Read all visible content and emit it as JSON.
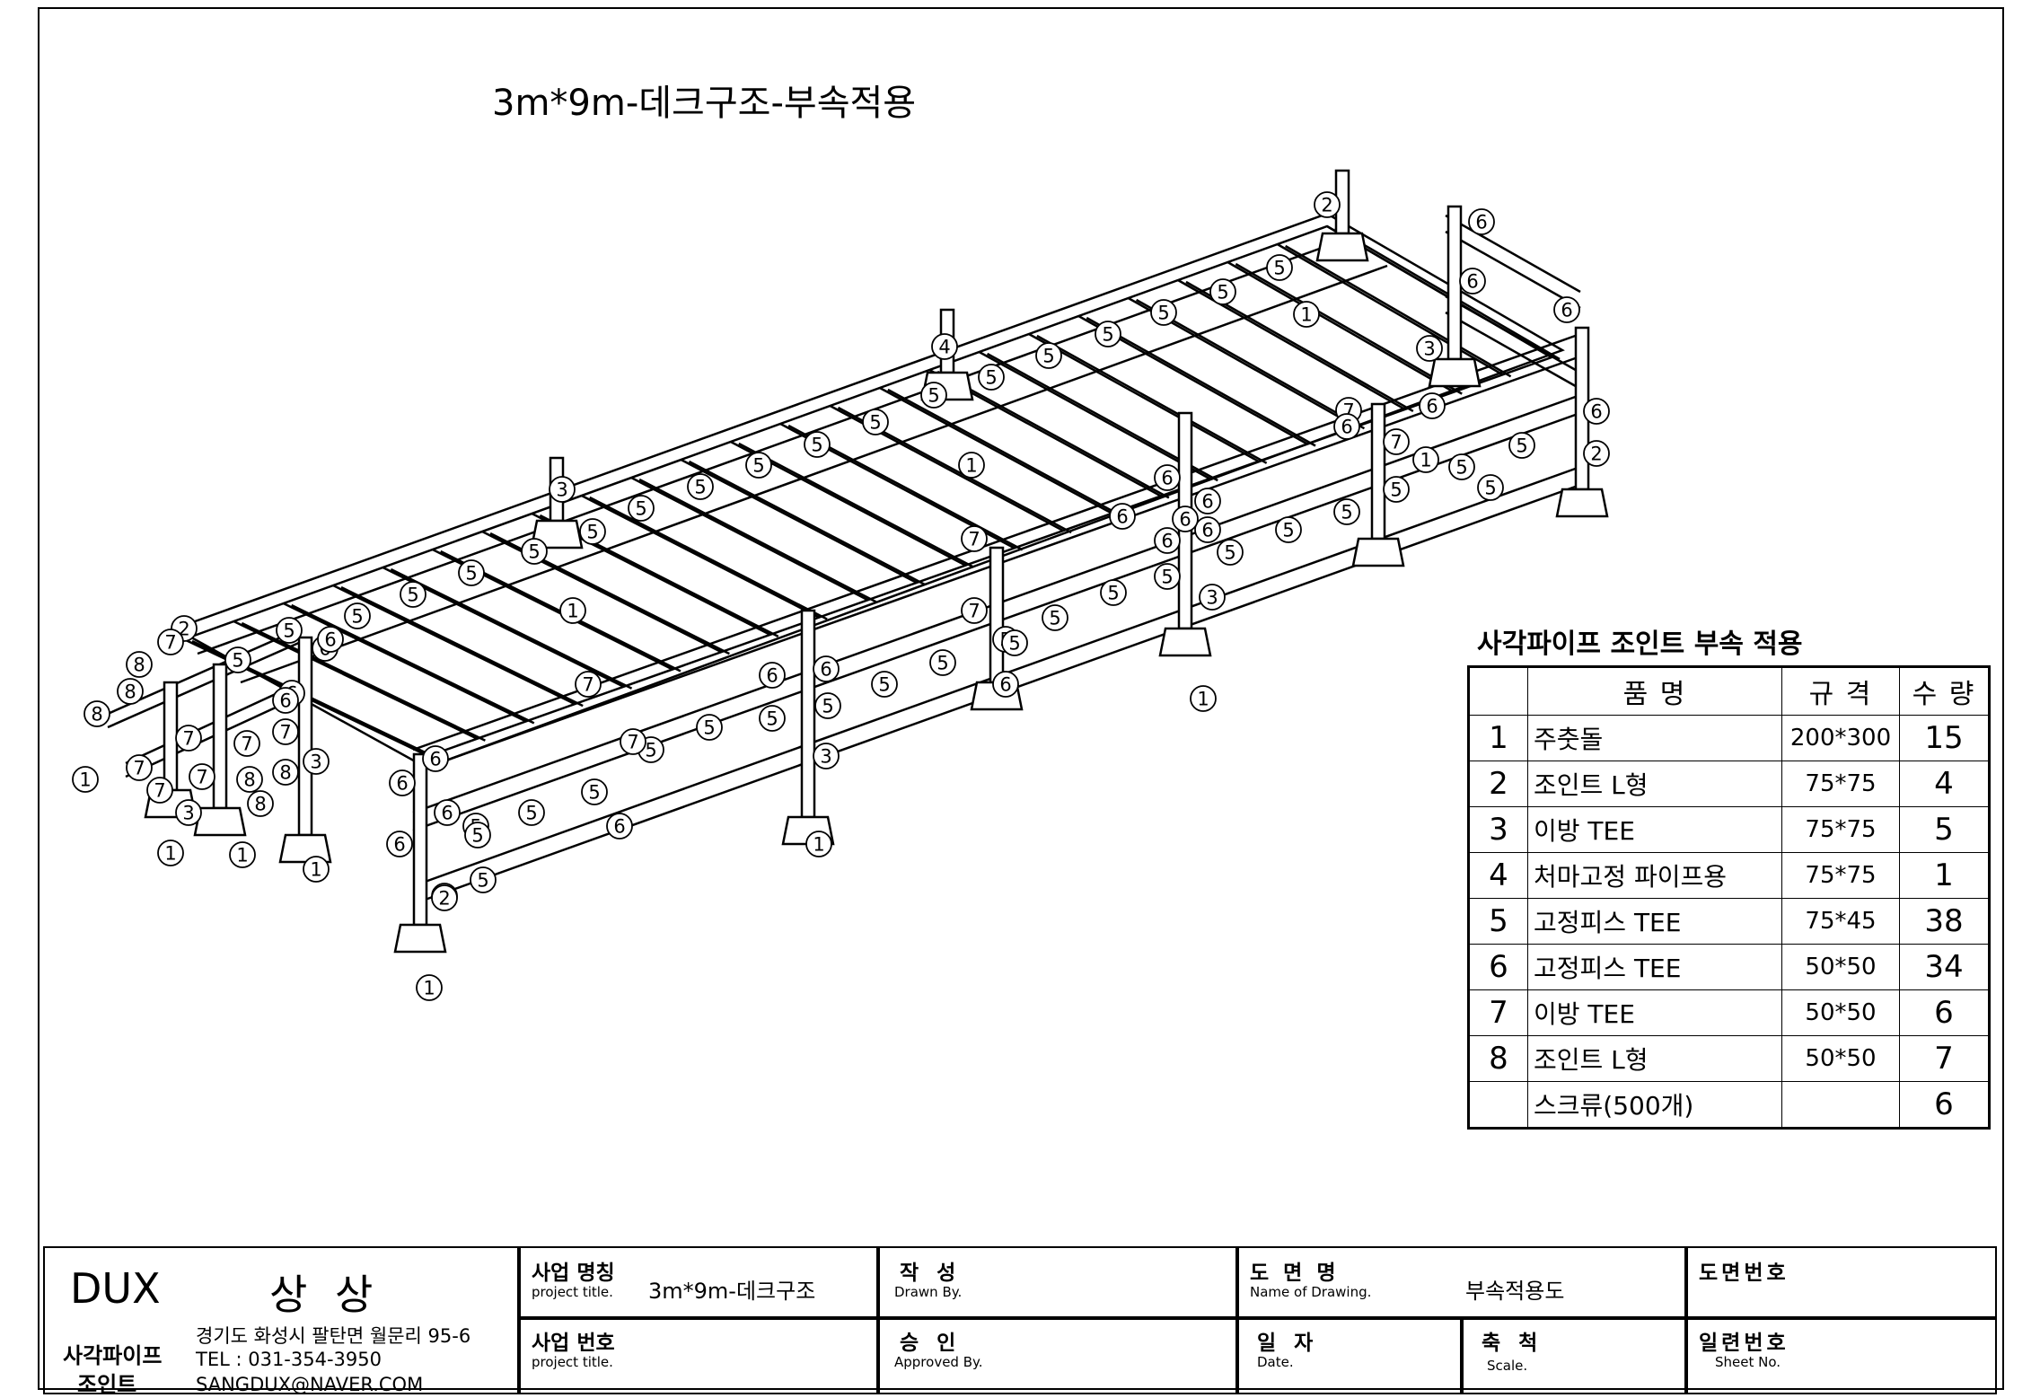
{
  "drawing": {
    "title": "3m*9m-데크구조-부속적용"
  },
  "parts_table": {
    "title": "사각파이프 조인트 부속 적용",
    "headers": {
      "name": "품 명",
      "spec": "규 격",
      "qty": "수 량"
    },
    "rows": [
      {
        "no": "1",
        "name": "주춧돌",
        "spec": "200*300",
        "qty": "15"
      },
      {
        "no": "2",
        "name": "조인트 L형",
        "spec": "75*75",
        "qty": "4"
      },
      {
        "no": "3",
        "name": "이방 TEE",
        "spec": "75*75",
        "qty": "5"
      },
      {
        "no": "4",
        "name": "처마고정 파이프용",
        "spec": "75*75",
        "qty": "1"
      },
      {
        "no": "5",
        "name": "고정피스 TEE",
        "spec": "75*45",
        "qty": "38"
      },
      {
        "no": "6",
        "name": "고정피스 TEE",
        "spec": "50*50",
        "qty": "34"
      },
      {
        "no": "7",
        "name": "이방 TEE",
        "spec": "50*50",
        "qty": "6"
      },
      {
        "no": "8",
        "name": "조인트 L형",
        "spec": "50*50",
        "qty": "7"
      },
      {
        "no": "",
        "name": "스크류(500개)",
        "spec": "",
        "qty": "6"
      }
    ]
  },
  "title_block": {
    "brand": "DUX",
    "company": "상 상",
    "company_sub1": "사각파이프",
    "company_sub2": "조인트",
    "address": "경기도 화성시 팔탄면 월문리 95-6",
    "tel": "TEL : 031-354-3950",
    "email": "SANGDUX@NAVER.COM",
    "project_name_label": "사업 명칭",
    "project_name_label_en": "project title.",
    "project_name_value": "3m*9m-데크구조",
    "project_no_label": "사업 번호",
    "project_no_label_en": "project title.",
    "drawn_label": "작 성",
    "drawn_label_en": "Drawn By.",
    "approved_label": "승 인",
    "approved_label_en": "Approved By.",
    "drawing_name_label": "도 면 명",
    "drawing_name_label_en": "Name of Drawing.",
    "drawing_name_value": "부속적용도",
    "date_label": "일 자",
    "date_label_en": "Date.",
    "scale_label": "축 척",
    "scale_label_en": "Scale.",
    "drawing_no_label": "도면번호",
    "sheet_no_label": "일련번호",
    "sheet_no_label_en": "Sheet No."
  }
}
